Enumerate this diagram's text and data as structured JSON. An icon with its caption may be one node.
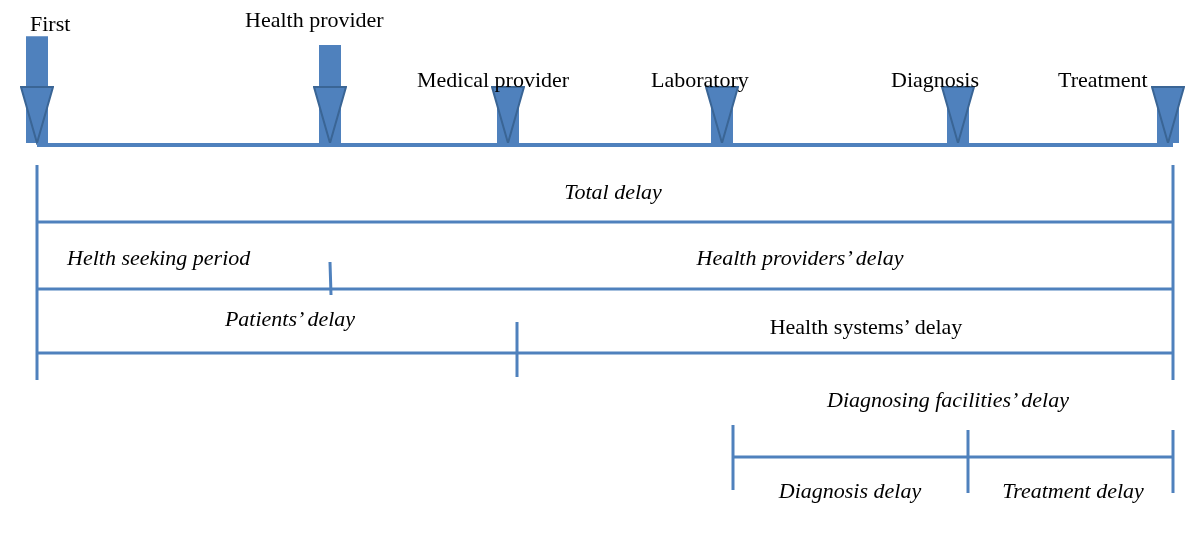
{
  "diagram": {
    "nodes": [
      {
        "text": [
          "First"
        ]
      },
      {
        "text": [
          "Health provider"
        ]
      },
      {
        "text": [
          "Medical provider"
        ]
      },
      {
        "text": [
          "Laboratory"
        ]
      },
      {
        "text": [
          "Diagnosis"
        ]
      },
      {
        "text": [
          "Treatment"
        ]
      },
      {
        "text": [],
        "shape": "bar"
      }
    ],
    "edges": [
      {
        "from": 0,
        "to": 6,
        "arrow": "to"
      },
      {
        "from": 1,
        "to": 6,
        "arrow": "to"
      },
      {
        "from": 2,
        "to": 6,
        "arrow": "to"
      },
      {
        "from": 3,
        "to": 6,
        "arrow": "to"
      },
      {
        "from": 4,
        "to": 6,
        "arrow": "to"
      },
      {
        "from": 5,
        "to": 6,
        "arrow": "to"
      }
    ],
    "labels": [
      "Total delay",
      "Helth seeking period",
      "Health providers’ delay",
      "Patients’ delay",
      "Health systems’ delay",
      "Diagnosing facilities’ delay",
      "Diagnosis delay",
      "Treatment delay"
    ]
  }
}
